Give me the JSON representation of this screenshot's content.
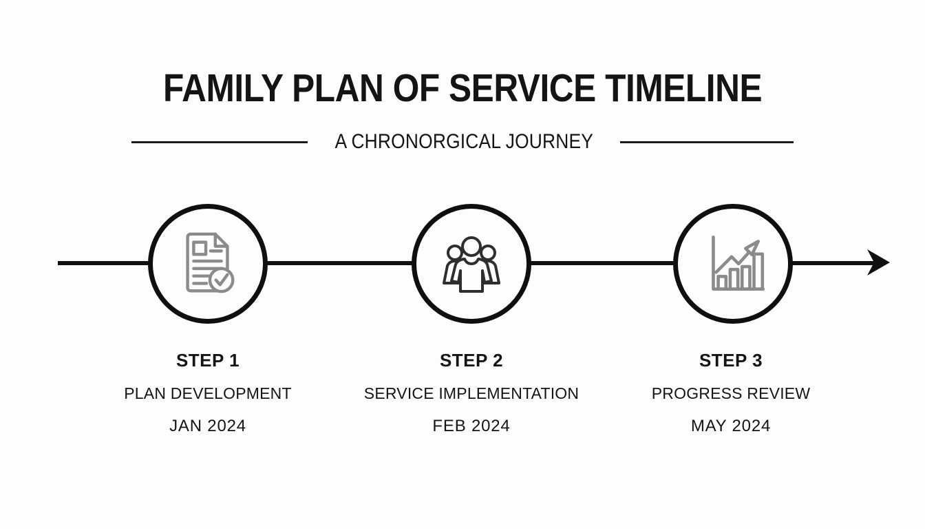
{
  "colors": {
    "background": "#fdfdfe",
    "ink": "#141414",
    "timeline_line": "#101010",
    "circle_border": "#0f0f0f",
    "icon_gray": "#8b8b8b",
    "icon_dark": "#2e2e2e"
  },
  "header": {
    "title": "FAMILY PLAN OF SERVICE TIMELINE",
    "subtitle": "A CHRONORGICAL JOURNEY"
  },
  "timeline": {
    "direction": "left-to-right-arrow",
    "steps": [
      {
        "step_label": "STEP 1",
        "name": "PLAN DEVELOPMENT",
        "date": "JAN 2024",
        "icon": "document-check-icon"
      },
      {
        "step_label": "STEP 2",
        "name": "SERVICE IMPLEMENTATION",
        "date": "FEB 2024",
        "icon": "people-group-icon"
      },
      {
        "step_label": "STEP 3",
        "name": "PROGRESS REVIEW",
        "date": "MAY 2024",
        "icon": "bar-chart-growth-icon"
      }
    ]
  }
}
